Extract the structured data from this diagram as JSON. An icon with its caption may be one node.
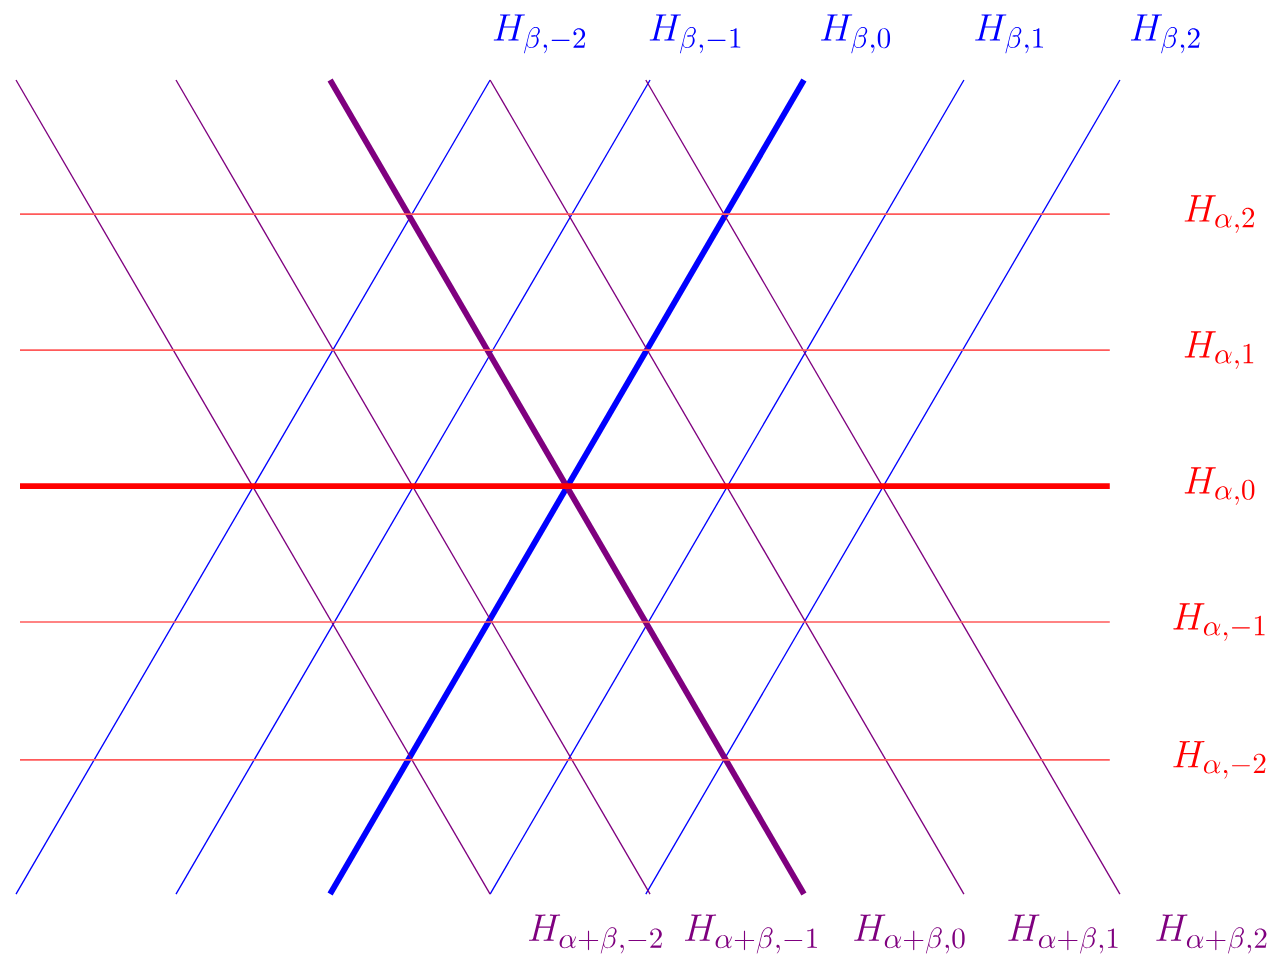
{
  "diagram": {
    "labels": [
      "H_{\\beta,-2}",
      "H_{\\beta,-1}",
      "H_{\\beta,0}",
      "H_{\\beta,1}",
      "H_{\\beta,2}",
      "H_{\\alpha,2}",
      "H_{\\alpha,1}",
      "H_{\\alpha,0}",
      "H_{\\alpha,-1}",
      "H_{\\alpha,-2}",
      "H_{\\alpha+\\beta,-2}",
      "H_{\\alpha+\\beta,-1}",
      "H_{\\alpha+\\beta,0}",
      "H_{\\alpha+\\beta,1}",
      "H_{\\alpha+\\beta,2}"
    ]
  }
}
